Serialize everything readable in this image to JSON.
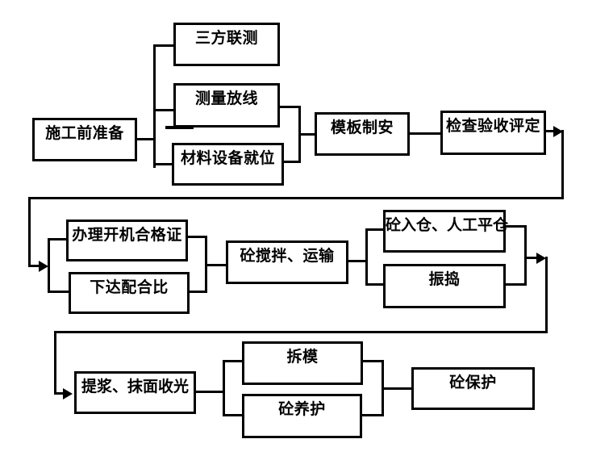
{
  "diagram": {
    "type": "flowchart",
    "colors": {
      "line": "#000000",
      "background": "#ffffff",
      "text": "#000000"
    },
    "nodes": {
      "pre_construction": {
        "label": "施工前准备"
      },
      "joint_survey": {
        "label": "三方联测"
      },
      "survey_layout": {
        "label": "测量放线"
      },
      "materials_equipment": {
        "label": "材料设备就位"
      },
      "formwork_install": {
        "label": "模板制安"
      },
      "inspection_acceptance": {
        "label": "检查验收评定"
      },
      "startup_certificate": {
        "label": "办理开机合格证"
      },
      "issue_mix_ratio": {
        "label": "下达配合比"
      },
      "mix_transport": {
        "label": "砼搅拌、运输"
      },
      "placing_leveling": {
        "label": "砼入仓、人工平仓"
      },
      "vibrating": {
        "label": "振捣"
      },
      "slurry_finishing": {
        "label": "提浆、抹面收光"
      },
      "formwork_removal": {
        "label": "拆模"
      },
      "concrete_curing": {
        "label": "砼养护"
      },
      "concrete_protection": {
        "label": "砼保护"
      }
    },
    "edges": [
      "pre_construction -> joint_survey",
      "pre_construction -> survey_layout",
      "pre_construction -> materials_equipment",
      "survey_layout -> formwork_install",
      "materials_equipment -> formwork_install",
      "formwork_install -> inspection_acceptance",
      "inspection_acceptance -> startup_certificate",
      "inspection_acceptance -> issue_mix_ratio",
      "startup_certificate -> mix_transport",
      "issue_mix_ratio -> mix_transport",
      "mix_transport -> placing_leveling",
      "mix_transport -> vibrating",
      "placing_leveling -> slurry_finishing",
      "vibrating -> slurry_finishing",
      "slurry_finishing -> formwork_removal",
      "slurry_finishing -> concrete_curing",
      "formwork_removal -> concrete_protection",
      "concrete_curing -> concrete_protection"
    ]
  }
}
